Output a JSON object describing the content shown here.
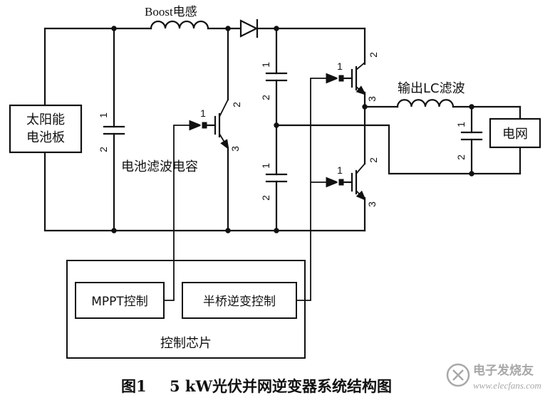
{
  "colors": {
    "line": "#111111",
    "background": "#ffffff",
    "watermark": "#9a9a9a"
  },
  "labels": {
    "boost_inductor": "Boost电感",
    "solar_panel_line1": "太阳能",
    "solar_panel_line2": "电池板",
    "battery_filter_cap": "电池滤波电容",
    "output_lc_filter": "输出LC滤波",
    "grid": "电网",
    "mppt_control": "MPPT控制",
    "half_bridge_control": "半桥逆变控制",
    "control_chip": "控制芯片"
  },
  "caption": {
    "figure_no": "图1",
    "title": "5 kW光伏并网逆变器系统结构图"
  },
  "pins": {
    "c_in_1": "1",
    "c_in_2": "2",
    "q_boost_1": "1",
    "q_boost_2": "2",
    "q_boost_3": "3",
    "c_top_1": "1",
    "c_top_2": "2",
    "c_bot_1": "1",
    "c_bot_2": "2",
    "q_hi_1": "1",
    "q_hi_2": "2",
    "q_hi_3": "3",
    "q_lo_1": "1",
    "q_lo_2": "2",
    "q_lo_3": "3",
    "c_out_1": "1",
    "c_out_2": "2"
  },
  "watermark": {
    "brand": "电子发烧友",
    "url": "www.elecfans.com",
    "icon": "elecfans-logo-icon"
  }
}
